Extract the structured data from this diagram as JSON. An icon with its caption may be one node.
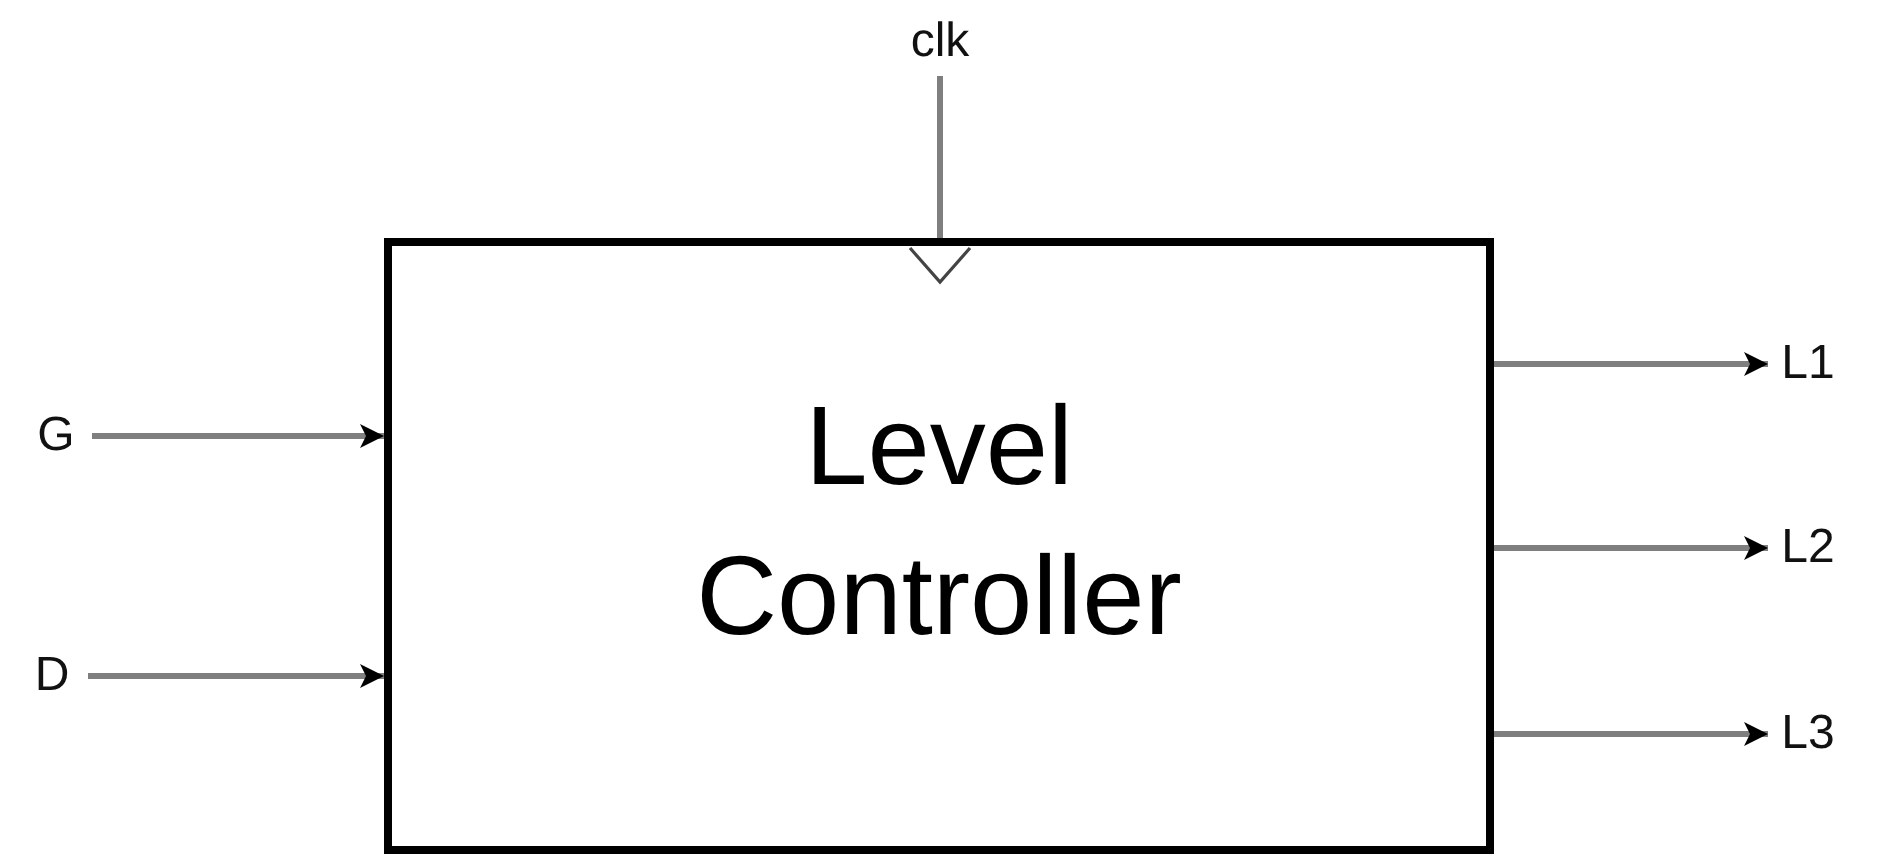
{
  "diagram": {
    "nodes": [
      {
        "text": [
          "Level Controller"
        ]
      },
      {
        "text": [
          "clk"
        ]
      },
      {
        "text": [
          "G"
        ]
      },
      {
        "text": [
          "D"
        ]
      },
      {
        "text": [
          "L1"
        ]
      },
      {
        "text": [
          "L2"
        ]
      },
      {
        "text": [
          "L3"
        ]
      }
    ],
    "edges": [
      {
        "from": 1,
        "to": 0,
        "arrow": "none"
      },
      {
        "from": 2,
        "to": 0,
        "arrow": "to"
      },
      {
        "from": 3,
        "to": 0,
        "arrow": "to"
      },
      {
        "from": 0,
        "to": 4,
        "arrow": "to"
      },
      {
        "from": 0,
        "to": 5,
        "arrow": "to"
      },
      {
        "from": 0,
        "to": 6,
        "arrow": "to"
      }
    ]
  }
}
